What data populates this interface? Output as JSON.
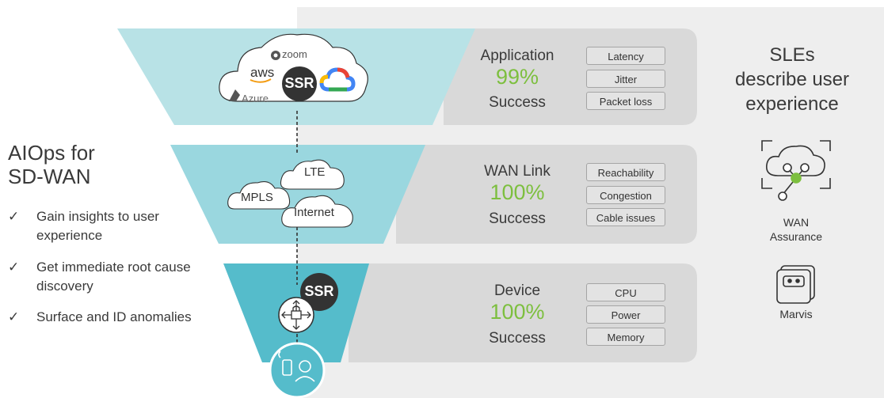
{
  "left": {
    "title": "AIOps for\nSD-WAN",
    "bullets": [
      {
        "check": "✓",
        "text": "Gain insights to user experience"
      },
      {
        "check": "✓",
        "text": "Get immediate root cause discovery"
      },
      {
        "check": "✓",
        "text": "Surface and ID anomalies"
      }
    ]
  },
  "tiers": [
    {
      "title": "Application",
      "percent": "99%",
      "sub": "Success",
      "metrics": [
        "Latency",
        "Jitter",
        "Packet loss"
      ]
    },
    {
      "title": "WAN Link",
      "percent": "100%",
      "sub": "Success",
      "metrics": [
        "Reachability",
        "Congestion",
        "Cable issues"
      ]
    },
    {
      "title": "Device",
      "percent": "100%",
      "sub": "Success",
      "metrics": [
        "CPU",
        "Power",
        "Memory"
      ]
    }
  ],
  "cloud_labels": {
    "zoom": "zoom",
    "aws": "aws",
    "azure": "Azure",
    "ssr": "SSR"
  },
  "wan_clouds": {
    "lte": "LTE",
    "mpls": "MPLS",
    "internet": "Internet"
  },
  "device_ssr": "SSR",
  "right": {
    "title": "SLEs\ndescribe user\nexperience",
    "icons": [
      {
        "name": "wan-assurance-icon",
        "label": "WAN\nAssurance"
      },
      {
        "name": "marvis-icon",
        "label": "Marvis"
      }
    ]
  },
  "colors": {
    "band_top": "#b8e2e6",
    "band_mid": "#9ad7df",
    "band_bottom": "#55bccb",
    "panel": "#d9d9d9",
    "background": "#eeeeee",
    "success_green": "#7dbf3f",
    "ssr_dark": "#333333"
  }
}
